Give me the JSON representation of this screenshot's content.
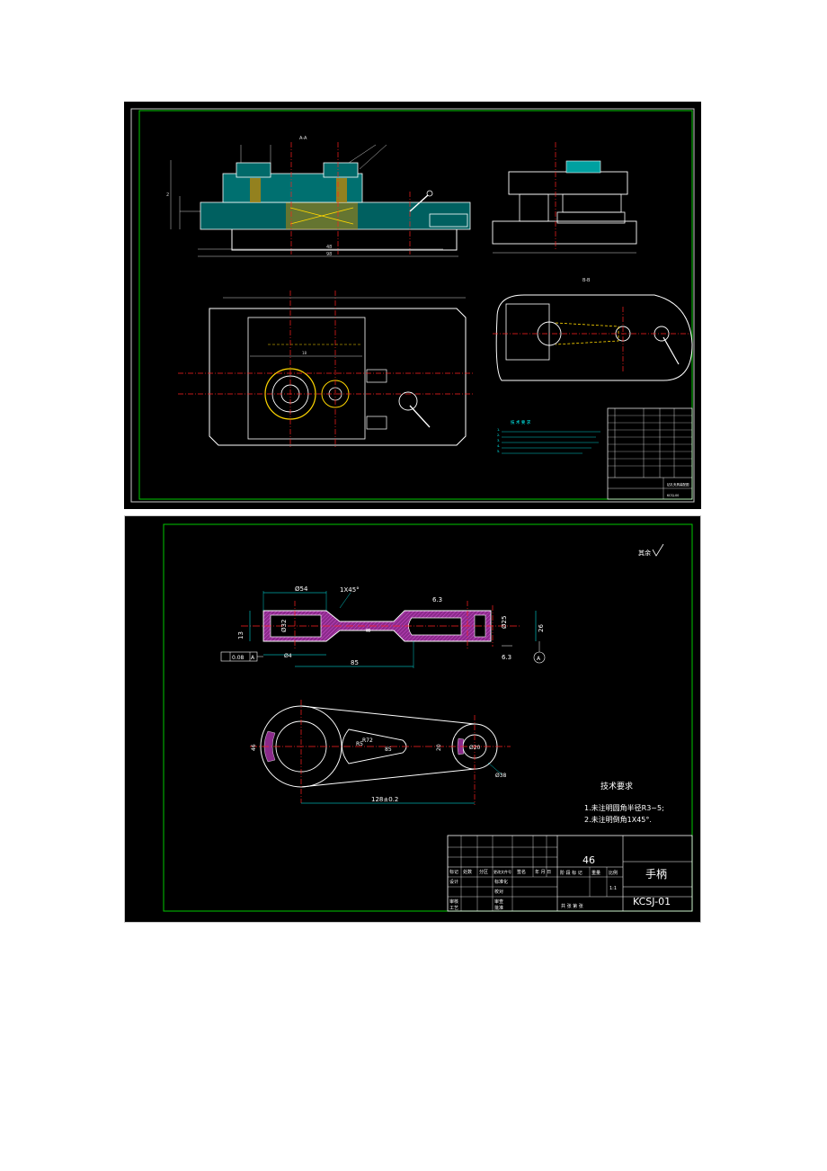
{
  "sheet1": {
    "view_labels": {
      "section_aa": "A-A",
      "section_bb": "B-B"
    },
    "dims": {
      "length_1": "48",
      "length_2": "98",
      "height": "2",
      "small": "18"
    },
    "tech_req": {
      "title": "技 术 要 求",
      "lines": [
        "1.",
        "2.",
        "3.",
        "4.",
        "5."
      ]
    },
    "title_block": {
      "name": "钻孔夹具装配图",
      "code": "KCSJ-00"
    }
  },
  "sheet2": {
    "roughness_note": "其余",
    "front_dims": {
      "d_phi54": "Ø54",
      "d_chamfer": "1X45°",
      "d_13": "13",
      "d_phi32": "Ø32",
      "d_85": "85",
      "d_26": "26",
      "d_phi25": "Ø25",
      "d_a3": "Ø4",
      "d_8": "8",
      "d_ra": "6.3",
      "d_ra2": "6.3"
    },
    "tolerance_frame": {
      "value": "0.08",
      "datum": "A"
    },
    "datum_label": "A",
    "top_dims": {
      "d_r72": "R72",
      "d_r5": "R5",
      "d_85": "85",
      "d_20": "20",
      "d_phi20": "Ø20",
      "d_phi38": "Ø38",
      "d_46": "46",
      "d_128": "128±0.2"
    },
    "tech_req": {
      "title": "技术要求",
      "line1": "1.未注明圆角半径R3~5;",
      "line2": "2.未注明倒角1X45°."
    },
    "title_block": {
      "material": "46",
      "part_name": "手柄",
      "drawing_no": "KCSJ-01",
      "h_mark": "标记",
      "h_qty": "处数",
      "h_zone": "分区",
      "h_doc": "更改文件号",
      "h_sign": "签名",
      "h_date": "年 月 日",
      "design": "设计",
      "standard": "标准化",
      "review": "审核",
      "process": "工艺",
      "proof": "校对",
      "approve": "批准",
      "checked": "审查",
      "stage": "阶 段 标 记",
      "weight": "重量",
      "scale": "比例",
      "scale_val": "1:1",
      "sheets": "共   张   第   张"
    }
  }
}
